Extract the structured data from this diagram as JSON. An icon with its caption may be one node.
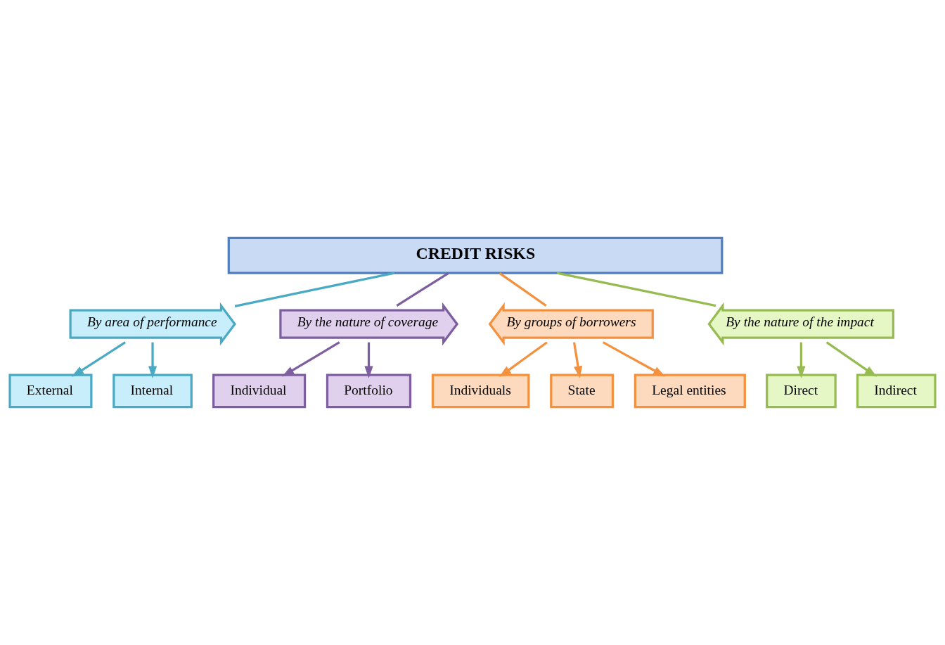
{
  "diagram": {
    "nodes": [
      {
        "text": [
          "CREDIT RISKS"
        ]
      },
      {
        "text": [
          "By area of performance"
        ]
      },
      {
        "text": [
          "External"
        ]
      },
      {
        "text": [
          "Internal"
        ]
      },
      {
        "text": [
          "By the nature of coverage"
        ]
      },
      {
        "text": [
          "Individual"
        ]
      },
      {
        "text": [
          "Portfolio"
        ]
      },
      {
        "text": [
          "By groups of borrowers"
        ]
      },
      {
        "text": [
          "Individuals"
        ]
      },
      {
        "text": [
          "State"
        ]
      },
      {
        "text": [
          "Legal entities"
        ]
      },
      {
        "text": [
          "By the nature of the impact"
        ]
      },
      {
        "text": [
          "Direct"
        ]
      },
      {
        "text": [
          "Indirect"
        ]
      }
    ],
    "edges": [
      {
        "from": 0,
        "to": 1,
        "arrow": "none",
        "color": "#4aaac4"
      },
      {
        "from": 0,
        "to": 4,
        "arrow": "none",
        "color": "#7d5fa0"
      },
      {
        "from": 0,
        "to": 7,
        "arrow": "none",
        "color": "#f4913e"
      },
      {
        "from": 0,
        "to": 11,
        "arrow": "none",
        "color": "#96bb50"
      },
      {
        "from": 1,
        "to": 2,
        "arrow": "to",
        "color": "#4aaac4"
      },
      {
        "from": 1,
        "to": 3,
        "arrow": "to",
        "color": "#4aaac4"
      },
      {
        "from": 4,
        "to": 5,
        "arrow": "to",
        "color": "#7d5fa0"
      },
      {
        "from": 4,
        "to": 6,
        "arrow": "to",
        "color": "#7d5fa0"
      },
      {
        "from": 7,
        "to": 8,
        "arrow": "to",
        "color": "#f4913e"
      },
      {
        "from": 7,
        "to": 9,
        "arrow": "to",
        "color": "#f4913e"
      },
      {
        "from": 7,
        "to": 10,
        "arrow": "to",
        "color": "#f4913e"
      },
      {
        "from": 11,
        "to": 12,
        "arrow": "to",
        "color": "#96bb50"
      },
      {
        "from": 11,
        "to": 13,
        "arrow": "to",
        "color": "#96bb50"
      }
    ]
  }
}
